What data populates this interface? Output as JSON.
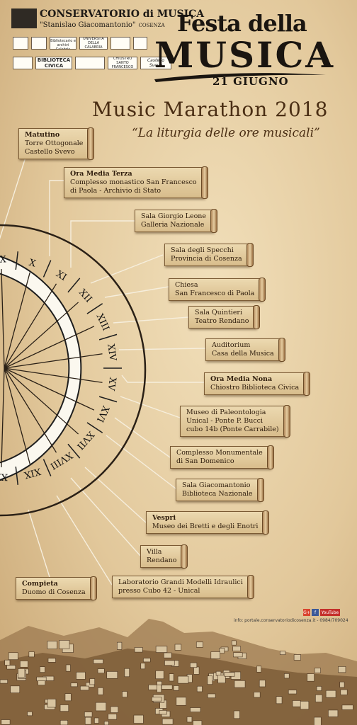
{
  "header": {
    "conservatory_name": "CONSERVATORIO di MUSICA",
    "conservatory_sub": "\"Stanislao Giacomantonio\"",
    "conservatory_city": "COSENZA",
    "partner_logos_row1": [
      "",
      "",
      "Sistema Bibliotecario e archivi Calabria",
      "UNIVERSITÀ DELLA CALABRIA",
      "",
      ""
    ],
    "partner_logos_row2": [
      "",
      "BIBLIOTECA CIVICA",
      "",
      "CHIOSTRO SANTO FRANCESCO",
      "Castello Svevo"
    ]
  },
  "festa": {
    "line1": "Festa della",
    "line2": "MUSICA",
    "date": "21 GIUGNO"
  },
  "title": "Music Marathon 2018",
  "subtitle": "“La liturgia delle ore musicali”",
  "dial_hours": [
    "IX",
    "X",
    "XI",
    "XII",
    "XIII",
    "XIV",
    "XV",
    "XVI",
    "XVII",
    "XVIII",
    "XIX",
    "XX"
  ],
  "events": [
    {
      "name": "Matutino",
      "line1": "Torre Ottogonale",
      "line2": "Castello Svevo"
    },
    {
      "name": "Ora Media Terza",
      "line1": "Complesso monastico San Francesco",
      "line2": "di Paola - Archivio di Stato"
    },
    {
      "name": "",
      "line1": "Sala Giorgio Leone",
      "line2": "Galleria Nazionale"
    },
    {
      "name": "",
      "line1": "Sala degli Specchi",
      "line2": "Provincia di Cosenza"
    },
    {
      "name": "",
      "line1": "Chiesa",
      "line2": "San Francesco di Paola"
    },
    {
      "name": "",
      "line1": "Sala Quintieri",
      "line2": "Teatro Rendano"
    },
    {
      "name": "",
      "line1": "Auditorium",
      "line2": "Casa della Musica"
    },
    {
      "name": "Ora Media Nona",
      "line1": "Chiostro Biblioteca Civica",
      "line2": ""
    },
    {
      "name": "",
      "line1": "Museo di Paleontologia",
      "line2": "Unical - Ponte P. Bucci",
      "line3": "cubo 14b (Ponte Carrabile)"
    },
    {
      "name": "",
      "line1": "Complesso Monumentale",
      "line2": "di San Domenico"
    },
    {
      "name": "",
      "line1": "Sala Giacomantonio",
      "line2": "Biblioteca Nazionale"
    },
    {
      "name": "Vespri",
      "line1": "Museo dei Bretti e degli Enotri",
      "line2": ""
    },
    {
      "name": "",
      "line1": "Villa",
      "line2": "Rendano"
    },
    {
      "name": "Compieta",
      "line1": "Duomo di Cosenza",
      "line2": ""
    },
    {
      "name": "",
      "line1": "Laboratorio Grandi Modelli Idraulici",
      "line2": "presso Cubo 42 - Unical"
    }
  ],
  "footer": {
    "info": "info: portale.conservatoriodicosenza.it - 0984/709024",
    "social": [
      "G+",
      "f",
      "YouTube"
    ]
  },
  "colors": {
    "ink": "#3a2410",
    "parchment": "#e2c89b",
    "scroll": "#d8bd8c",
    "dial_ring": "#2a2a2a"
  }
}
